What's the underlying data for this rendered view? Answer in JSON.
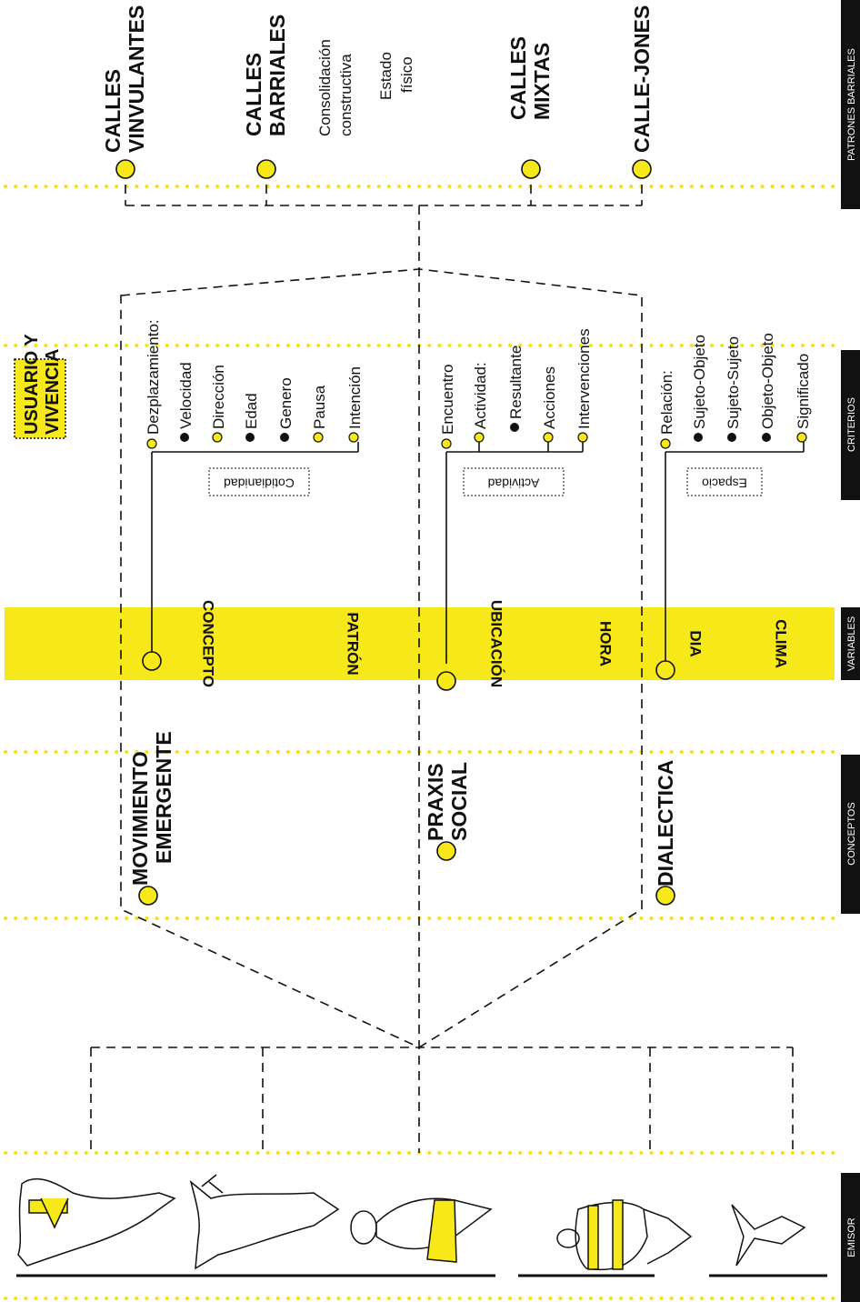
{
  "section_labels": {
    "patrones": "PATRONES BARRIALES",
    "criterios": "CRITERIOS",
    "variables": "VARIABLES",
    "conceptos": "CONCEPTOS",
    "emisor": "EMISOR"
  },
  "patrones": {
    "vinvulantes": [
      "CALLES",
      "VINVULANTES"
    ],
    "barriales": [
      "CALLES",
      "BARRIALES"
    ],
    "barriales_notes": [
      "Consolidación",
      "constructiva",
      "Estado",
      "físico"
    ],
    "mixtas": [
      "CALLES",
      "MIXTAS"
    ],
    "jones": "CALLE-JONES"
  },
  "title": [
    "USUARIO Y",
    "VIVENCIA"
  ],
  "criterios": {
    "group1": {
      "head": "Dezplazamiento:",
      "items": [
        "Velocidad",
        "Dirección",
        "Edad",
        "Genero",
        "Pausa",
        "Intención"
      ],
      "box": "Cotidianidad"
    },
    "group2": {
      "items": [
        "Encuentro",
        "Actividad:",
        "Resultante",
        "Acciones",
        "Intervenciones"
      ],
      "box": "Actividad"
    },
    "group3": {
      "head": "Relación:",
      "items": [
        "Sujeto-Objeto",
        "Sujeto-Sujeto",
        "Objeto-Objeto",
        "Significado"
      ],
      "box": "Espacio"
    }
  },
  "variables": [
    "CONCEPTO",
    "PATRÓN",
    "UBICACIÓN",
    "HORA",
    "DIA",
    "CLIMA"
  ],
  "conceptos": {
    "movimiento": [
      "MOVIMIENTO",
      "EMERGENTE"
    ],
    "praxis": [
      "PRAXIS",
      "SOCIAL"
    ],
    "dialectica": "DIALECTICA"
  },
  "colors": {
    "accent": "#f7e81a",
    "ink": "#111111"
  }
}
